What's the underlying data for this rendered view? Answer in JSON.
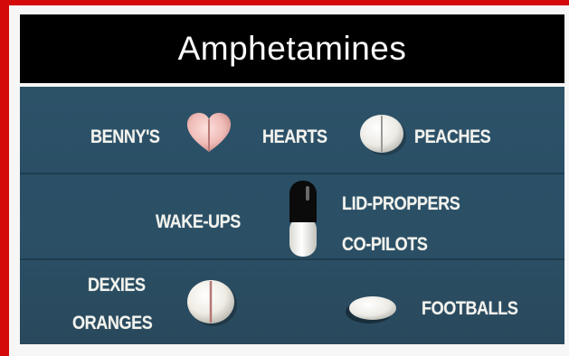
{
  "title": "Amphetamines",
  "labels": {
    "bennys": "BENNY'S",
    "hearts": "HEARTS",
    "peaches": "PEACHES",
    "wake_ups": "WAKE-UPS",
    "lid_proppers": "LID-PROPPERS",
    "co_pilots": "CO-PILOTS",
    "dexies": "DEXIES",
    "oranges": "ORANGES",
    "footballs": "FOOTBALLS"
  },
  "colors": {
    "frame_red": "#d40a0a",
    "title_bg": "#000000",
    "title_text": "#ffffff",
    "board_blue": "#2c5268",
    "label_white": "#f3f3ee",
    "pink_pill": "#f0bcb8",
    "white_pill": "#f4f2ec",
    "capsule_dark": "#0b0b0b"
  },
  "pills": [
    {
      "name": "heart-pink-tablet",
      "color": "#f0bcb8"
    },
    {
      "name": "round-white-tablet",
      "color": "#f4f2ec"
    },
    {
      "name": "black-white-capsule",
      "color": "#0b0b0b"
    },
    {
      "name": "scored-white-tablet",
      "color": "#f4f2ec"
    },
    {
      "name": "oval-white-tablet",
      "color": "#f4f2ec"
    }
  ]
}
